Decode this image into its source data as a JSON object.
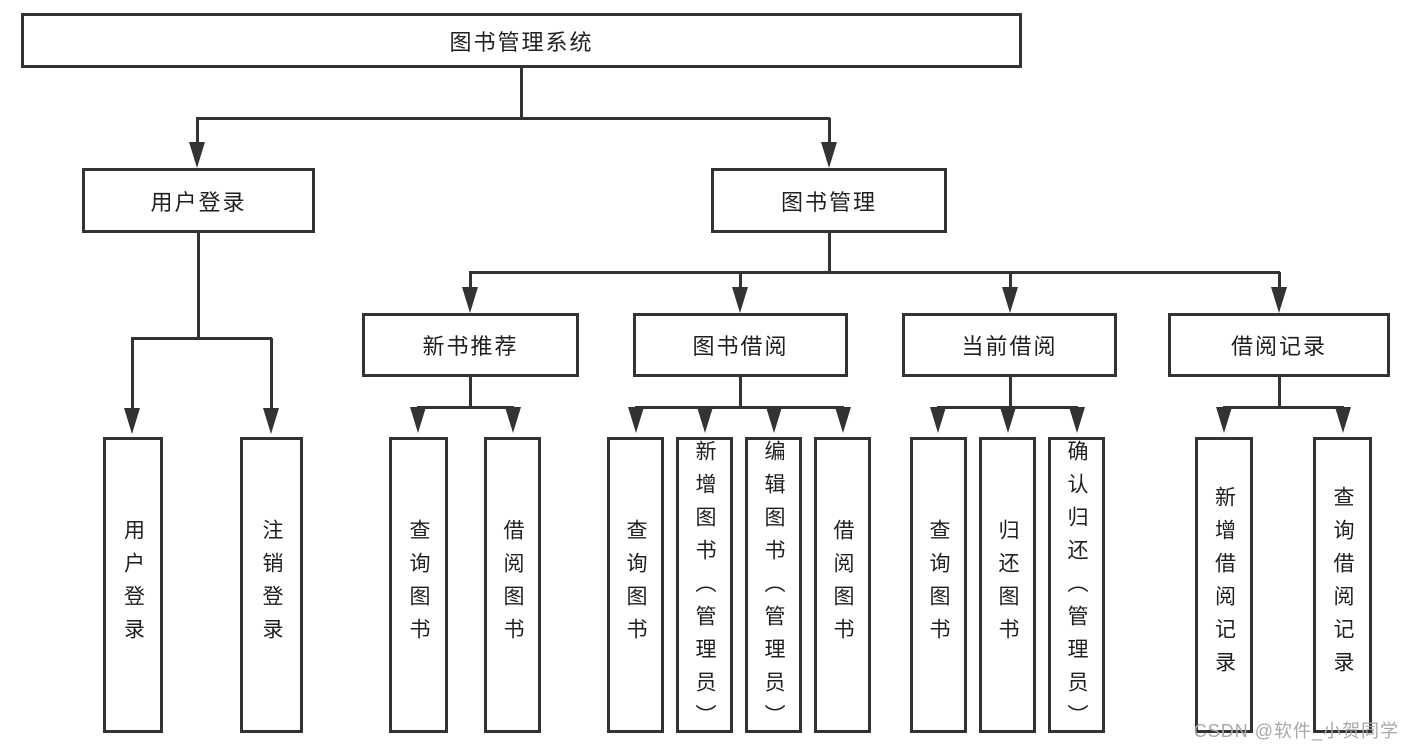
{
  "diagram": {
    "type": "hierarchy-tree",
    "colors": {
      "line": "#333333",
      "border": "#333333",
      "text": "#1f1f1f",
      "background": "#ffffff",
      "watermark_text_color": "#a8a8a8"
    },
    "watermark": {
      "text": "CSDN @软件_小贺同学"
    }
  },
  "tree": {
    "label": "图书管理系统",
    "children": [
      {
        "label": "用户登录",
        "children": [
          {
            "label": "用户登录"
          },
          {
            "label": "注销登录"
          }
        ]
      },
      {
        "label": "图书管理",
        "children": [
          {
            "label": "新书推荐",
            "children": [
              {
                "label": "查询图书"
              },
              {
                "label": "借阅图书"
              }
            ]
          },
          {
            "label": "图书借阅",
            "children": [
              {
                "label": "查询图书"
              },
              {
                "label": "新增图书（管理员）"
              },
              {
                "label": "编辑图书（管理员）"
              },
              {
                "label": "借阅图书"
              }
            ]
          },
          {
            "label": "当前借阅",
            "children": [
              {
                "label": "查询图书"
              },
              {
                "label": "归还图书"
              },
              {
                "label": "确认归还（管理员）"
              }
            ]
          },
          {
            "label": "借阅记录",
            "children": [
              {
                "label": "新增借阅记录"
              },
              {
                "label": "查询借阅记录"
              }
            ]
          }
        ]
      }
    ]
  }
}
